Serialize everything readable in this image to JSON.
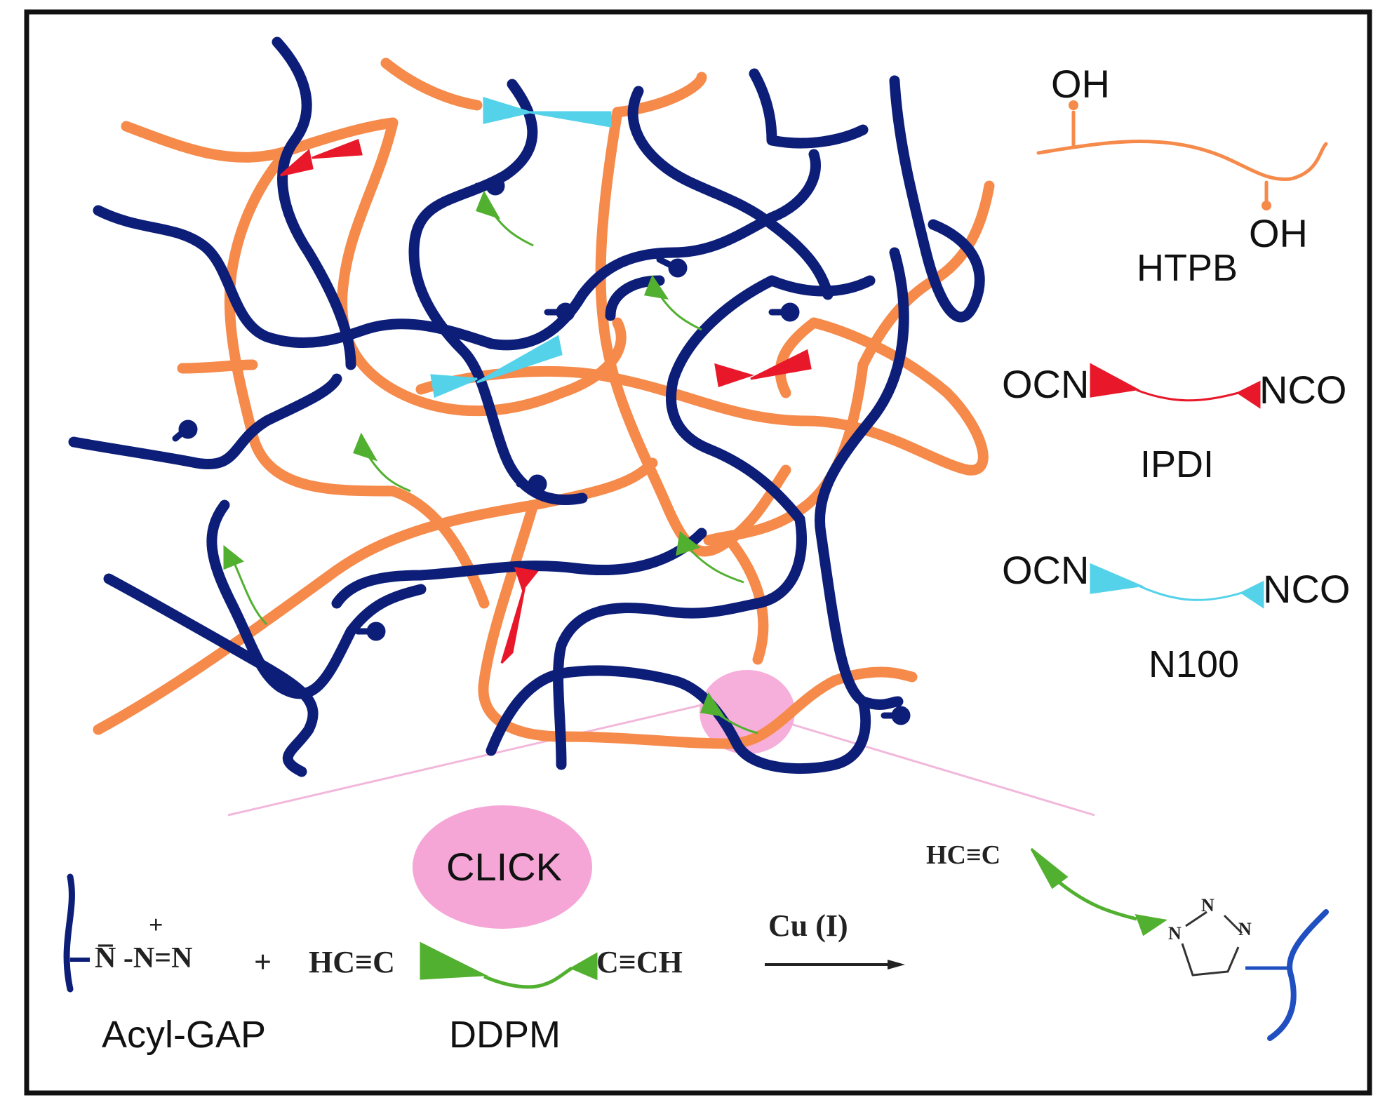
{
  "legend": {
    "htpb": {
      "name": "HTPB",
      "group_top": "OH",
      "group_bottom": "OH"
    },
    "ipdi": {
      "name": "IPDI",
      "left_group": "OCN",
      "right_group": "NCO"
    },
    "n100": {
      "name": "N100",
      "left_group": "OCN",
      "right_group": "NCO"
    }
  },
  "reaction": {
    "click_label": "CLICK",
    "azide_text": "N̅ -N=N",
    "azide_charge": "+",
    "plus": "+",
    "alkyne_left": "HC≡C",
    "alkyne_right": "C≡CH",
    "catalyst": "Cu (I)",
    "product_alkyne": "HC≡C",
    "triazole_n1": "N",
    "triazole_n2": "N",
    "triazole_n3": "N",
    "reactant1_name": "Acyl-GAP",
    "reactant2_name": "DDPM"
  },
  "colors": {
    "gap_chain": "#0d1e78",
    "htpb_chain": "#f58a4b",
    "ipdi_linker": "#e8182a",
    "n100_linker": "#54d2ea",
    "ddpm_linker": "#52b030",
    "click_bubble": "#f5a6d6",
    "product_gap": "#1f4fc0",
    "frame": "#111111"
  }
}
